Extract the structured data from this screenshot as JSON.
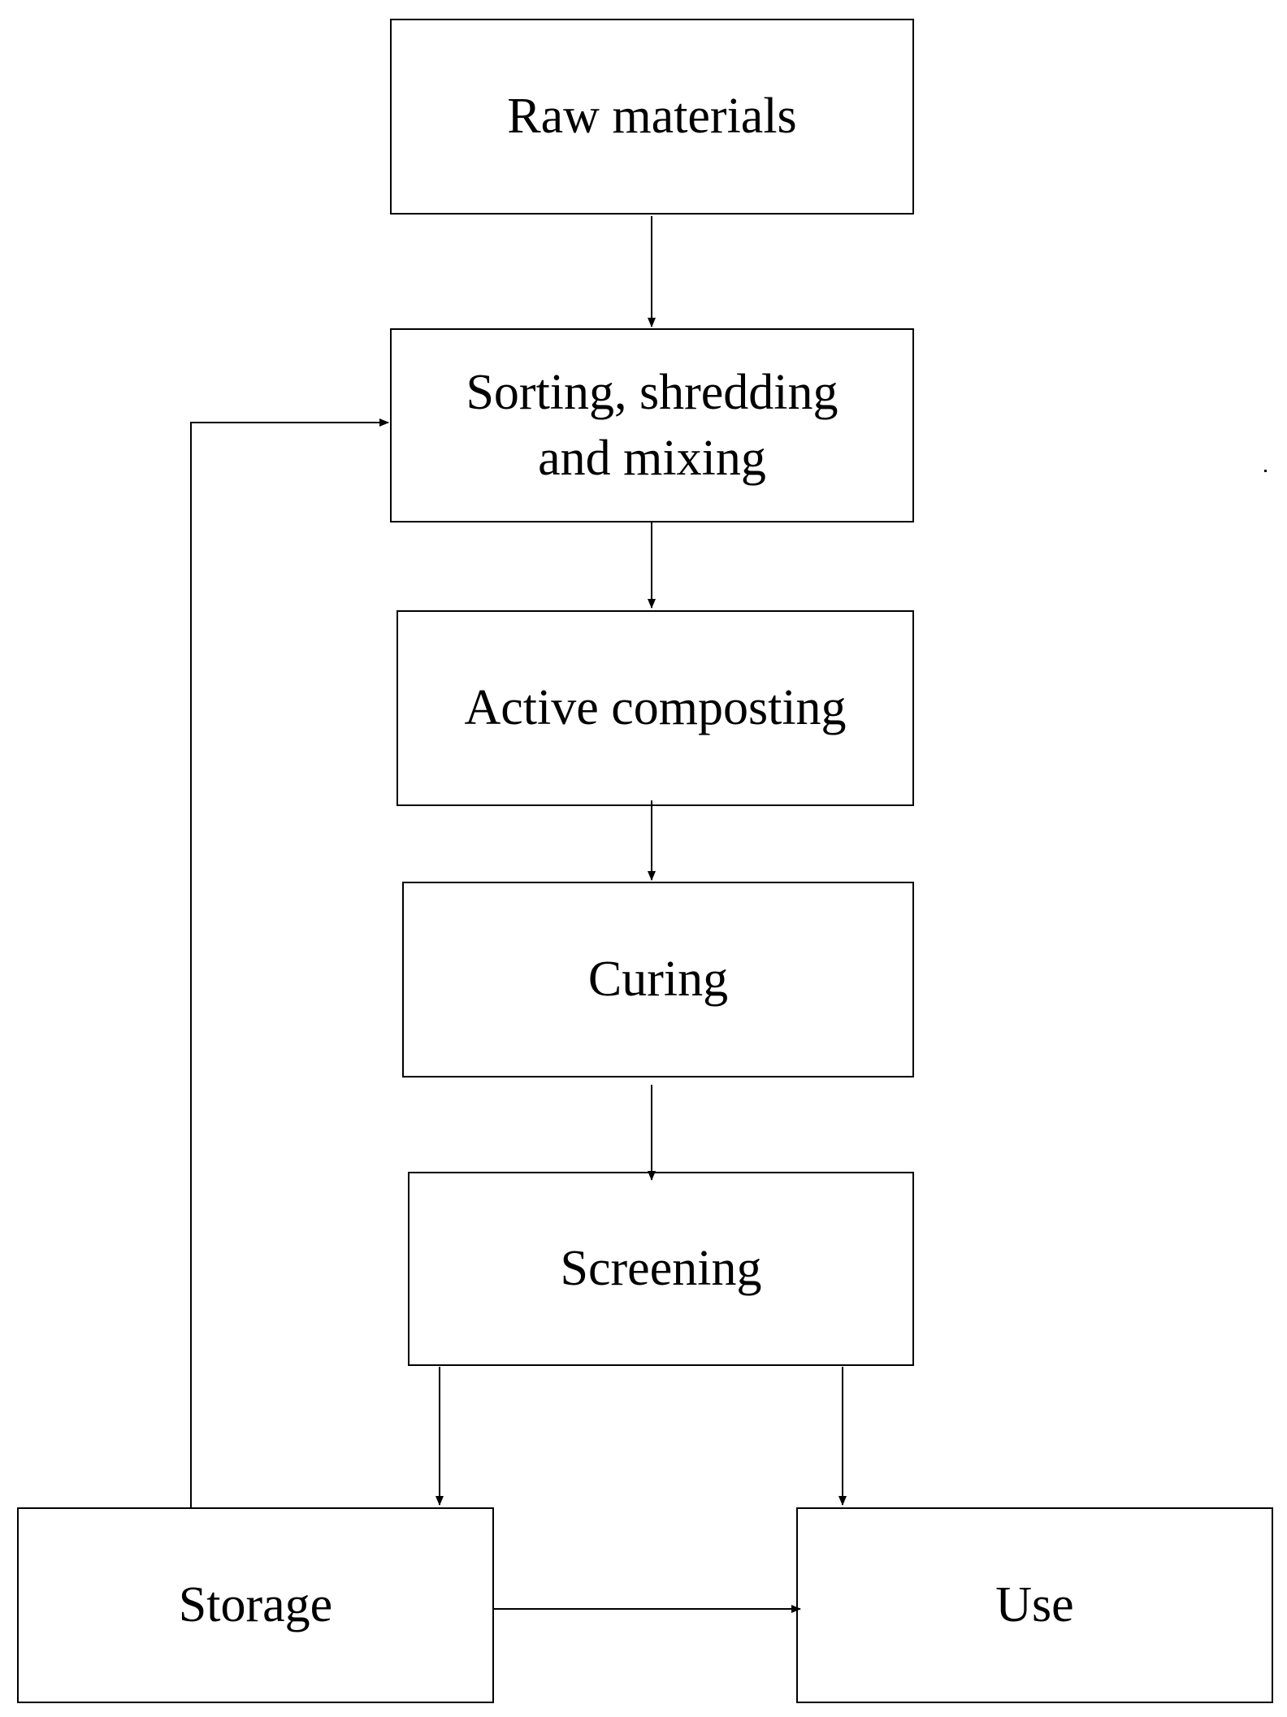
{
  "diagram": {
    "nodes": [
      {
        "id": "raw-materials",
        "label": "Raw materials"
      },
      {
        "id": "sorting",
        "label": "Sorting, shredding\nand mixing"
      },
      {
        "id": "active-composting",
        "label": "Active composting"
      },
      {
        "id": "curing",
        "label": "Curing"
      },
      {
        "id": "screening",
        "label": "Screening"
      },
      {
        "id": "storage",
        "label": "Storage"
      },
      {
        "id": "use",
        "label": "Use"
      }
    ],
    "edges": [
      {
        "from": "raw-materials",
        "to": "sorting"
      },
      {
        "from": "sorting",
        "to": "active-composting"
      },
      {
        "from": "active-composting",
        "to": "curing"
      },
      {
        "from": "curing",
        "to": "screening"
      },
      {
        "from": "screening",
        "to": "storage"
      },
      {
        "from": "screening",
        "to": "use"
      },
      {
        "from": "storage",
        "to": "use"
      },
      {
        "from": "storage",
        "to": "sorting"
      }
    ],
    "colors": {
      "line": "#000000",
      "box_fill": "#ffffff",
      "background": "#ffffff"
    }
  }
}
